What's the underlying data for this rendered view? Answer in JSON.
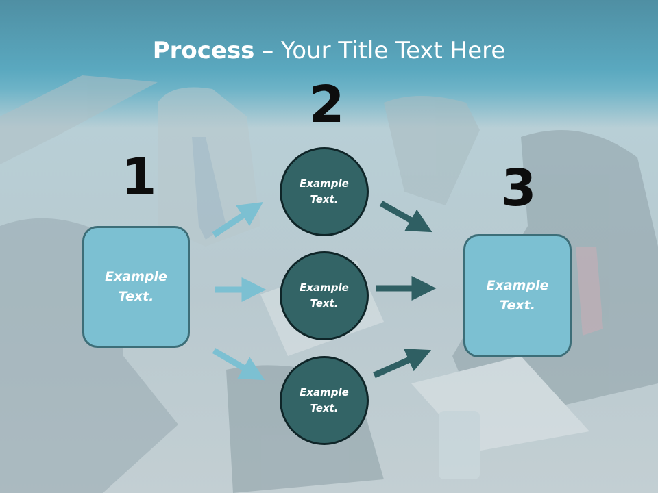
{
  "title": {
    "bold": "Process",
    "rest": " – Your Title Text Here"
  },
  "steps": [
    {
      "number": "1",
      "label": "Example\nText."
    },
    {
      "number": "2",
      "nodes": [
        "Example\nText.",
        "Example\nText.",
        "Example\nText."
      ]
    },
    {
      "number": "3",
      "label": "Example\nText."
    }
  ],
  "colors": {
    "light_box": "#7cc0d2",
    "dark_circle": "#336466",
    "light_arrow": "#7cc0d2",
    "dark_arrow": "#2f5f63"
  }
}
